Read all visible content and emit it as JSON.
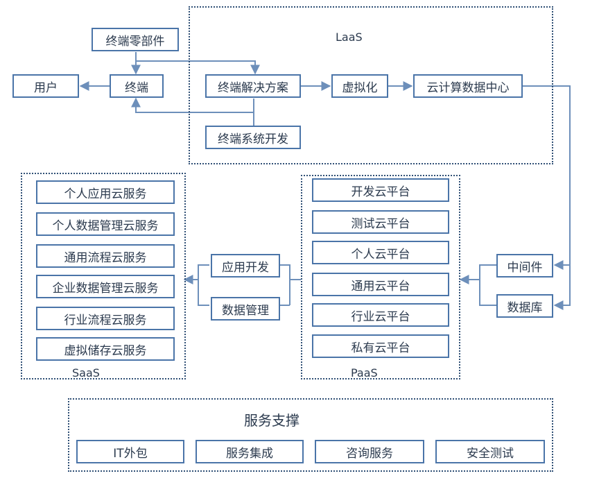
{
  "groups": {
    "laas": {
      "label": "LaaS"
    },
    "saas": {
      "label": "SaaS"
    },
    "paas": {
      "label": "PaaS"
    },
    "support": {
      "label": "服务支撑"
    }
  },
  "top": {
    "terminal_parts": "终端零部件",
    "user": "用户",
    "terminal": "终端",
    "terminal_solution": "终端解决方案",
    "virtualization": "虚拟化",
    "cloud_dc": "云计算数据中心",
    "terminal_sys_dev": "终端系统开发"
  },
  "saas_items": [
    "个人应用云服务",
    "个人数据管理云服务",
    "通用流程云服务",
    "企业数据管理云服务",
    "行业流程云服务",
    "虚拟储存云服务"
  ],
  "paas_items": [
    "开发云平台",
    "测试云平台",
    "个人云平台",
    "通用云平台",
    "行业云平台",
    "私有云平台"
  ],
  "middle": {
    "app_dev": "应用开发",
    "data_mgmt": "数据管理",
    "middleware": "中间件",
    "database": "数据库"
  },
  "support_items": [
    "IT外包",
    "服务集成",
    "咨询服务",
    "安全测试"
  ],
  "colors": {
    "box_border": "#4a74a8",
    "group_border": "#2f4f75",
    "wire": "#6d8fba",
    "text": "#2b3a4e"
  }
}
